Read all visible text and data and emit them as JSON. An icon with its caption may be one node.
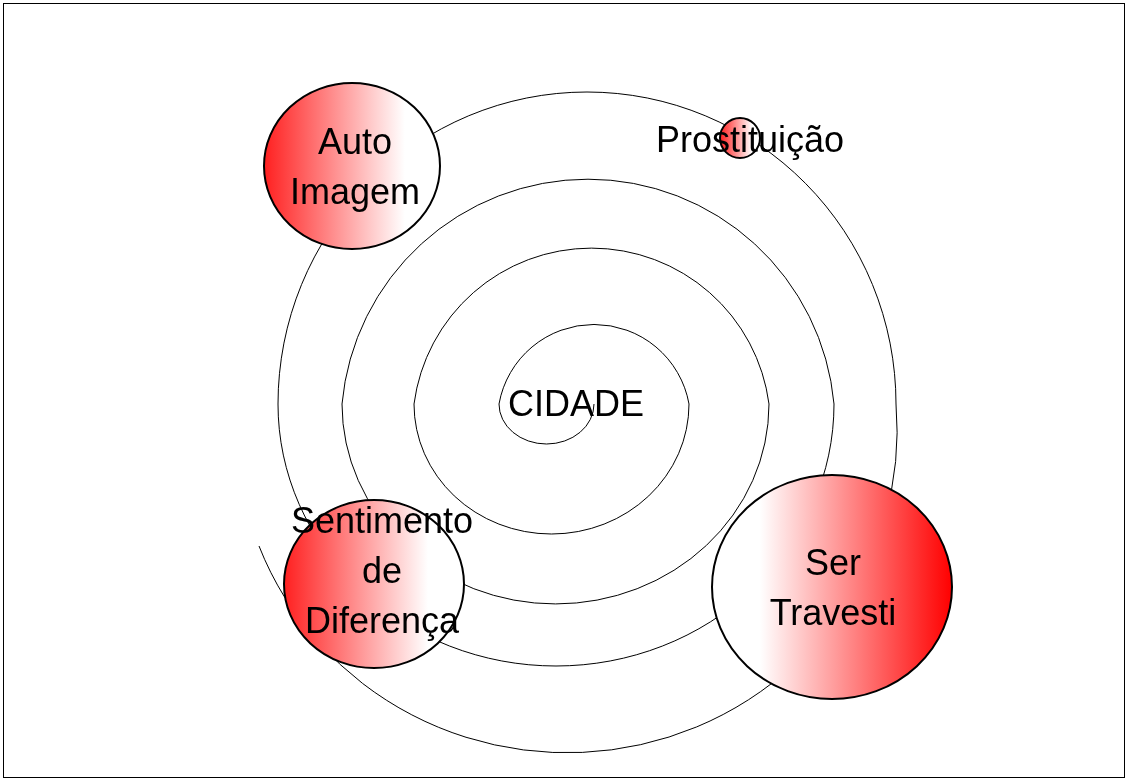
{
  "diagram": {
    "nodes": [
      {
        "text": [
          "Auto Imagem"
        ]
      },
      {
        "text": [
          "Prostituição"
        ]
      },
      {
        "text": [
          "Sentimento de Diferença"
        ]
      },
      {
        "text": [
          "Ser Travesti"
        ]
      }
    ],
    "labels": [
      "CIDADE"
    ]
  }
}
